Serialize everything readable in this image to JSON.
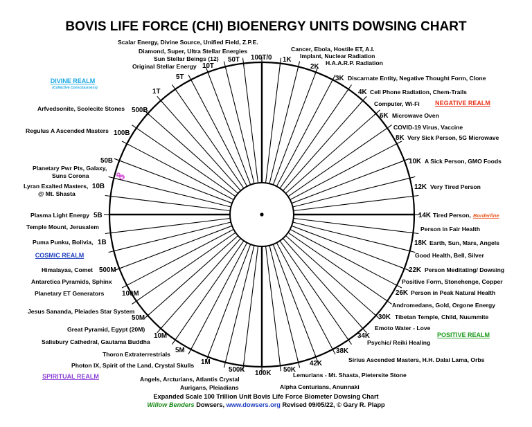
{
  "title": "BOVIS LIFE FORCE (CHI) BIOENERGY UNITS DOWSING CHART",
  "colors": {
    "divine": "#1aa7e6",
    "negative": "#e8331a",
    "cosmic": "#1f3fbf",
    "positive": "#1a9a1a",
    "spiritual": "#8a3fd6",
    "borderline": "#e8541a",
    "pendulum": "#d64fd6",
    "willow": "#1a8a1a",
    "url": "#1f3fbf"
  },
  "realms": [
    {
      "id": "divine",
      "label": "DIVINE REALM",
      "sub": "(Collective Consciousness)",
      "color": "#1aa7e6"
    },
    {
      "id": "negative",
      "label": "NEGATIVE REALM",
      "color": "#e8331a"
    },
    {
      "id": "cosmic",
      "label": "COSMIC REALM",
      "color": "#1f3fbf"
    },
    {
      "id": "positive",
      "label": "POSITIVE REALM",
      "color": "#1a9a1a"
    },
    {
      "id": "spiritual",
      "label": "SPIRITUAL REALM",
      "color": "#8a3fd6"
    }
  ],
  "right_entries": [
    {
      "value": "1K",
      "text": "Cancer, Ebola, Hostile ET, A.I."
    },
    {
      "value": "2K",
      "text": "Implant, Nuclear Radiation"
    },
    {
      "value": "",
      "text": "H.A.A.R.P. Radiation"
    },
    {
      "value": "3K",
      "text": "Discarnate Entity, Negative Thought Form, Clone"
    },
    {
      "value": "4K",
      "text": "Cell Phone Radiation, Chem-Trails"
    },
    {
      "value": "",
      "text": "Computer, Wi-Fi"
    },
    {
      "value": "6K",
      "text": "Microwave Oven"
    },
    {
      "value": "",
      "text": "COVID-19 Virus, Vaccine"
    },
    {
      "value": "8K",
      "text": "Very Sick Person, 5G Microwave"
    },
    {
      "value": "10K",
      "text": "A Sick Person, GMO Foods"
    },
    {
      "value": "12K",
      "text": "Very Tired Person"
    },
    {
      "value": "14K",
      "text": "Tired Person,"
    },
    {
      "value": "",
      "text": "Person in Fair Health"
    },
    {
      "value": "18K",
      "text": "Earth, Sun, Mars, Angels"
    },
    {
      "value": "",
      "text": "Good Health, Bell, Silver"
    },
    {
      "value": "22K",
      "text": "Person Meditating/ Dowsing"
    },
    {
      "value": "",
      "text": "Positive Form, Stonehenge, Copper"
    },
    {
      "value": "26K",
      "text": "Person in Peak Natural Health"
    },
    {
      "value": "",
      "text": "Andromedans, Gold, Orgone Energy"
    },
    {
      "value": "30K",
      "text": "Tibetan Temple, Child, Nuummite"
    },
    {
      "value": "",
      "text": "Emoto Water - Love"
    },
    {
      "value": "34K",
      "text": "Psychic/ Reiki Healing"
    },
    {
      "value": "38K",
      "text": "Sirius Ascended Masters, H.H. Dalai Lama, Orbs"
    },
    {
      "value": "42K",
      "text": ""
    },
    {
      "value": "50K",
      "text": "Lemurians - Mt. Shasta, Pietersite Stone"
    },
    {
      "value": "100K",
      "text": "Alpha Centurians, Anunnaki"
    }
  ],
  "borderline_label": "Borderline",
  "left_entries": [
    {
      "value": "500K",
      "text": "Angels, Arcturians, Atlantis Crystal"
    },
    {
      "value": "",
      "text": "Aurigans, Pleiadians"
    },
    {
      "value": "1M",
      "text": "Photon IX, Spirit of the Land, Crystal Skulls"
    },
    {
      "value": "5M",
      "text": "Thoron Extraterrestrials"
    },
    {
      "value": "10M",
      "text": "Salisbury Cathedral, Gautama Buddha"
    },
    {
      "value": "",
      "text": "Great Pyramid, Egypt (20M)"
    },
    {
      "value": "50M",
      "text": "Jesus Sananda, Pleiades Star System"
    },
    {
      "value": "100M",
      "text": "Planetary ET Generators"
    },
    {
      "value": "",
      "text": "Antarctica Pyramids, Sphinx"
    },
    {
      "value": "500M",
      "text": "Himalayas, Comet"
    },
    {
      "value": "1B",
      "text": "Puma Punku, Bolivia,"
    },
    {
      "value": "",
      "text": "Temple Mount, Jerusalem"
    },
    {
      "value": "5B",
      "text": "Plasma Light Energy"
    },
    {
      "value": "10B",
      "text": "Lyran Exalted Masters,"
    },
    {
      "value": "",
      "text": "@ Mt. Shasta"
    },
    {
      "value": "",
      "text": "Planetary Pwr Pts, Galaxy,"
    },
    {
      "value": "",
      "text": "Suns Corona"
    },
    {
      "value": "50B",
      "text": ""
    },
    {
      "value": "100B",
      "text": "Regulus A Ascended Masters"
    },
    {
      "value": "500B",
      "text": "Arfvedsonite, Scolecite Stones"
    },
    {
      "value": "1T",
      "text": ""
    },
    {
      "value": "5T",
      "text": ""
    },
    {
      "value": "10T",
      "text": "Original Stellar Energy"
    },
    {
      "value": "",
      "text": "Sun Stellar Beings (12)"
    },
    {
      "value": "50T",
      "text": "Diamond, Super, Ultra Stellar Energies"
    },
    {
      "value": "",
      "text": "Scalar Energy, Divine Source, Unified Field, Z.P.E."
    },
    {
      "value": "100T/0",
      "text": ""
    }
  ],
  "footer": {
    "line1": "Expanded Scale 100 Trillion Unit Bovis Life Force Biometer Dowsing Chart",
    "willow": "Willow Benders",
    "dowsers": " Dowsers, ",
    "url": "www.dowsers.org",
    "revised": " Revised 09/05/22, © Gary R. Plapp"
  }
}
